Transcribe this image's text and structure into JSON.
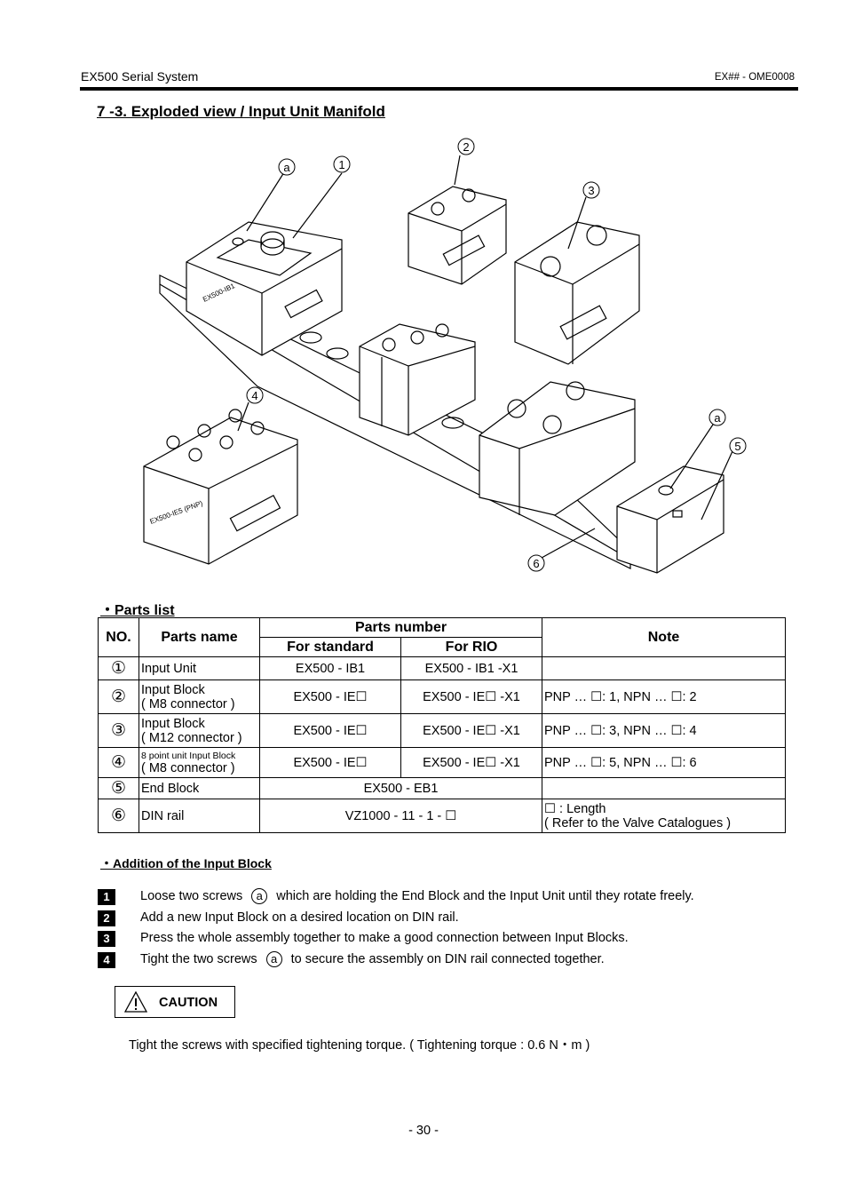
{
  "header": {
    "left": "EX500 Serial System",
    "right": "EX## - OME0008"
  },
  "title": "7 -3. Exploded view / Input Unit Manifold",
  "figure": {
    "callouts": [
      "a",
      "1",
      "2",
      "3",
      "4",
      "a",
      "5",
      "6"
    ],
    "module_labels": [
      "EX500-IB1",
      "EX500-IE5 (PNP)"
    ]
  },
  "parts_list": {
    "heading": "・Parts list",
    "headers": {
      "no": "NO.",
      "name": "Parts name",
      "number": "Parts number",
      "standard": "For standard",
      "rio": "For RIO",
      "note": "Note"
    },
    "rows": [
      {
        "no": "①",
        "name": "Input Unit",
        "name2": "",
        "small": "",
        "std": "EX500 - IB1",
        "rio": "EX500 - IB1 -X1",
        "note": "",
        "note2": ""
      },
      {
        "no": "②",
        "name": "Input Block",
        "name2": "( M8 connector )",
        "small": "",
        "std": "EX500 - IE☐",
        "rio": "EX500 - IE☐ -X1",
        "note": "PNP … ☐: 1, NPN … ☐: 2",
        "note2": ""
      },
      {
        "no": "③",
        "name": "Input Block",
        "name2": "( M12 connector )",
        "small": "",
        "std": "EX500 - IE☐",
        "rio": "EX500 - IE☐ -X1",
        "note": "PNP … ☐: 3, NPN … ☐: 4",
        "note2": ""
      },
      {
        "no": "④",
        "name": "",
        "name2": "( M8 connector )",
        "small": "8 point unit Input Block",
        "std": "EX500 - IE☐",
        "rio": "EX500 - IE☐ -X1",
        "note": "PNP … ☐: 5, NPN … ☐: 6",
        "note2": ""
      },
      {
        "no": "⑤",
        "name": "End Block",
        "name2": "",
        "small": "",
        "merged": "EX500 - EB1",
        "note": "",
        "note2": ""
      },
      {
        "no": "⑥",
        "name": "DIN rail",
        "name2": "",
        "small": "",
        "merged": "VZ1000 - 11 - 1 - ☐",
        "note": "☐ : Length",
        "note2": "( Refer to the Valve Catalogues )"
      }
    ]
  },
  "addition": {
    "heading": "・Addition of the Input Block",
    "steps": [
      {
        "num": "1",
        "pre": "Loose two screws",
        "mark": "a",
        "post": "which are holding the End Block and the Input Unit until they rotate freely."
      },
      {
        "num": "2",
        "pre": "Add a new Input Block on a desired location on DIN rail.",
        "mark": "",
        "post": ""
      },
      {
        "num": "3",
        "pre": "Press the whole assembly together to make a good connection between Input Blocks.",
        "mark": "",
        "post": ""
      },
      {
        "num": "4",
        "pre": "Tight the two screws",
        "mark": "a",
        "post": "to secure the assembly on DIN rail connected together."
      }
    ]
  },
  "caution": {
    "label": "CAUTION",
    "text": "Tight the screws with specified tightening torque. ( Tightening torque : 0.6 N・m )"
  },
  "page_number": "- 30 -"
}
